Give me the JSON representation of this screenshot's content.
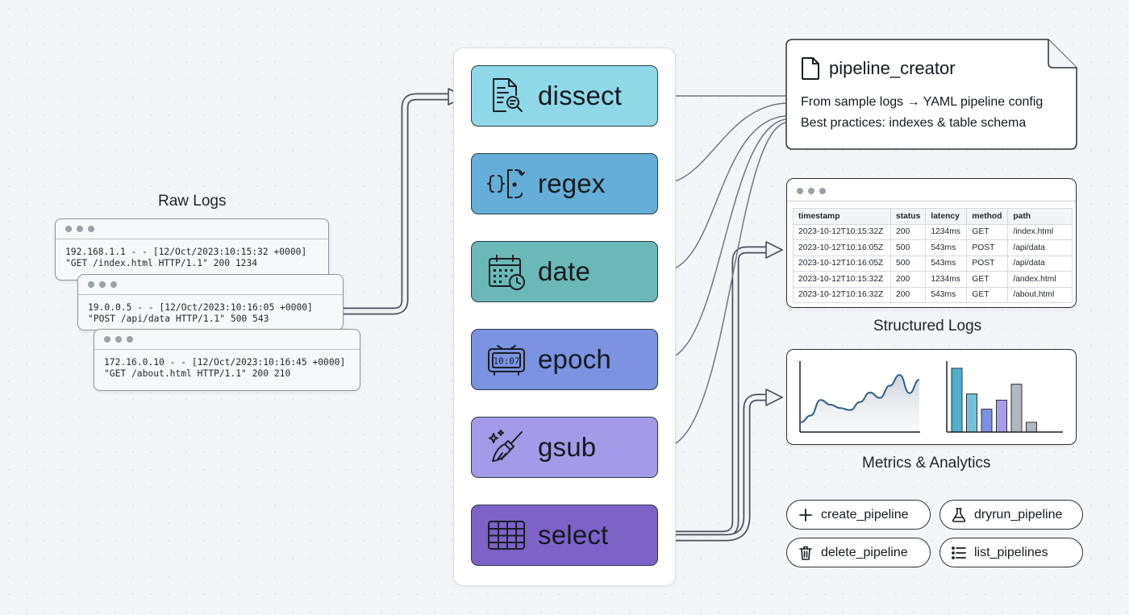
{
  "raw_logs": {
    "title": "Raw Logs",
    "entries": [
      {
        "line1": "192.168.1.1 - - [12/Oct/2023:10:15:32 +0000]",
        "line2": "\"GET /index.html HTTP/1.1\" 200 1234"
      },
      {
        "line1": "19.0.0.5 - - [12/Oct/2023:10:16:05 +0000]",
        "line2": "\"POST /api/data HTTP/1.1\" 500 543"
      },
      {
        "line1": "172.16.0.10 - - [12/Oct/2023:10:16:45 +0000]",
        "line2": "\"GET /about.html HTTP/1.1\" 200 210"
      }
    ]
  },
  "pipeline": {
    "stages": [
      {
        "label": "dissect",
        "icon": "document-search-icon",
        "color": "#8fd8e8"
      },
      {
        "label": "regex",
        "icon": "code-braces-icon",
        "color": "#64aed8"
      },
      {
        "label": "date",
        "icon": "calendar-clock-icon",
        "color": "#6ab8b8"
      },
      {
        "label": "epoch",
        "icon": "digital-clock-icon",
        "color": "#7b93e0"
      },
      {
        "label": "gsub",
        "icon": "brush-sparkle-icon",
        "color": "#a39be8"
      },
      {
        "label": "select",
        "icon": "table-grid-icon",
        "color": "#7d62c8"
      }
    ]
  },
  "pipeline_creator": {
    "title": "pipeline_creator",
    "icon": "file-icon",
    "line1": "From sample logs → YAML pipeline config",
    "line2": "Best practices: indexes & table schema"
  },
  "structured_logs": {
    "title": "Structured Logs",
    "columns": [
      "timestamp",
      "status",
      "latency",
      "method",
      "path"
    ],
    "rows": [
      [
        "2023-10-12T10:15:32Z",
        "200",
        "1234ms",
        "GET",
        "/index.html"
      ],
      [
        "2023-10-12T10:16:05Z",
        "500",
        "543ms",
        "POST",
        "/api/data"
      ],
      [
        "2023-10-12T10:16:05Z",
        "500",
        "543ms",
        "POST",
        "/api/data"
      ],
      [
        "2023-10-12T10:15:32Z",
        "200",
        "1234ms",
        "GET",
        "/andex.html"
      ],
      [
        "2023-10-12T10:16:32Z",
        "200",
        "543ms",
        "GET",
        "/about.html"
      ]
    ]
  },
  "metrics": {
    "title": "Metrics & Analytics",
    "line_values": [
      0.12,
      0.22,
      0.45,
      0.38,
      0.33,
      0.3,
      0.42,
      0.56,
      0.48,
      0.66,
      0.82,
      0.55,
      0.75
    ],
    "bars": [
      {
        "value": 0.92,
        "color": "#4fb0cf"
      },
      {
        "value": 0.55,
        "color": "#72c3d8"
      },
      {
        "value": 0.33,
        "color": "#7a92e4"
      },
      {
        "value": 0.46,
        "color": "#a99ce6"
      },
      {
        "value": 0.69,
        "color": "#b2b7c0"
      },
      {
        "value": 0.14,
        "color": "#b2b7c0"
      }
    ]
  },
  "tools": [
    {
      "label": "create_pipeline",
      "icon": "plus-icon"
    },
    {
      "label": "dryrun_pipeline",
      "icon": "flask-icon"
    },
    {
      "label": "delete_pipeline",
      "icon": "trash-icon"
    },
    {
      "label": "list_pipelines",
      "icon": "list-icon"
    }
  ]
}
